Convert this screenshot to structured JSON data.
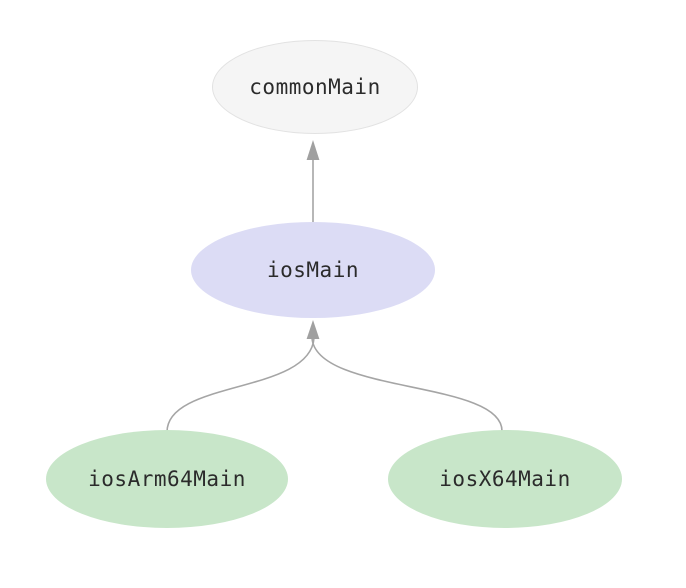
{
  "diagram": {
    "type": "source-set-hierarchy-graph",
    "colors": {
      "background": "#ffffff",
      "edge": "#a5a5a5",
      "arrowhead": "#a0a0a0",
      "text": "#2b2b2b",
      "common_node_fill": "#f5f5f5",
      "common_node_border": "#e2e2e2",
      "intermediate_node_fill": "#dcdcf5",
      "leaf_node_fill": "#c8e6c9"
    },
    "nodes": [
      {
        "id": "commonMain",
        "label": "commonMain",
        "fill": "#f5f5f5"
      },
      {
        "id": "iosMain",
        "label": "iosMain",
        "fill": "#dcdcf5"
      },
      {
        "id": "iosArm64Main",
        "label": "iosArm64Main",
        "fill": "#c8e6c9"
      },
      {
        "id": "iosX64Main",
        "label": "iosX64Main",
        "fill": "#c8e6c9"
      }
    ],
    "edges": [
      {
        "from": "iosMain",
        "to": "commonMain"
      },
      {
        "from": "iosArm64Main",
        "to": "iosMain"
      },
      {
        "from": "iosX64Main",
        "to": "iosMain"
      }
    ]
  }
}
